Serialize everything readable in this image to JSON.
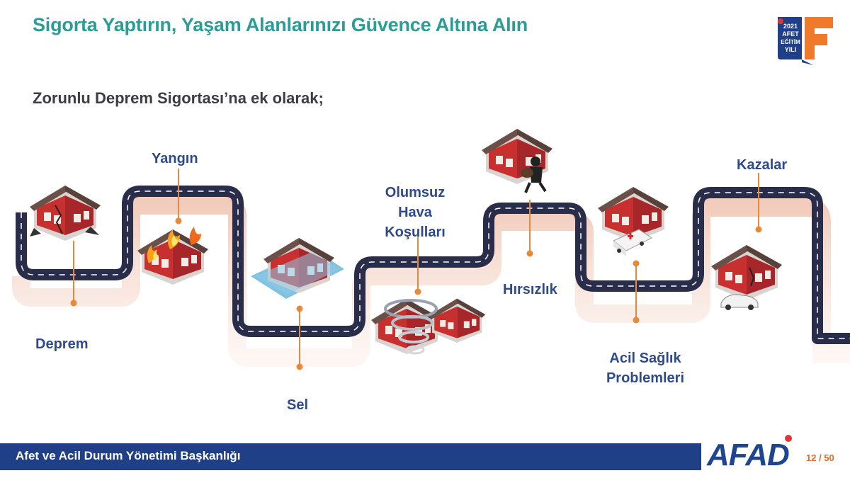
{
  "slide": {
    "title": "Sigorta Yaptırın, Yaşam Alanlarınızı Güvence Altına Alın",
    "subtitle": "Zorunlu Deprem Sigortası’na ek olarak;",
    "labels": {
      "deprem": "Deprem",
      "yangin": "Yangın",
      "sel": "Sel",
      "olumsuz_1": "Olumsuz",
      "olumsuz_2": "Hava",
      "olumsuz_3": "Koşulları",
      "hirsizlik": "Hırsızlık",
      "acil_1": "Acil Sağlık",
      "acil_2": "Problemleri",
      "kazalar": "Kazalar"
    }
  },
  "logo": {
    "line1": "2021",
    "line2": "AFET",
    "line3": "EĞİTİM",
    "line4": "YILI"
  },
  "footer": {
    "org": "Afet ve Acil Durum Yönetimi Başkanlığı",
    "brand": "AFAD",
    "page": "12 / 50"
  },
  "colors": {
    "title": "#2a9d96",
    "label": "#2e4a8a",
    "connector": "#e8893a",
    "road": "#2a2d4a",
    "footer": "#1f3f86",
    "house_wall": "#c8302f",
    "roof": "#6a5048"
  }
}
